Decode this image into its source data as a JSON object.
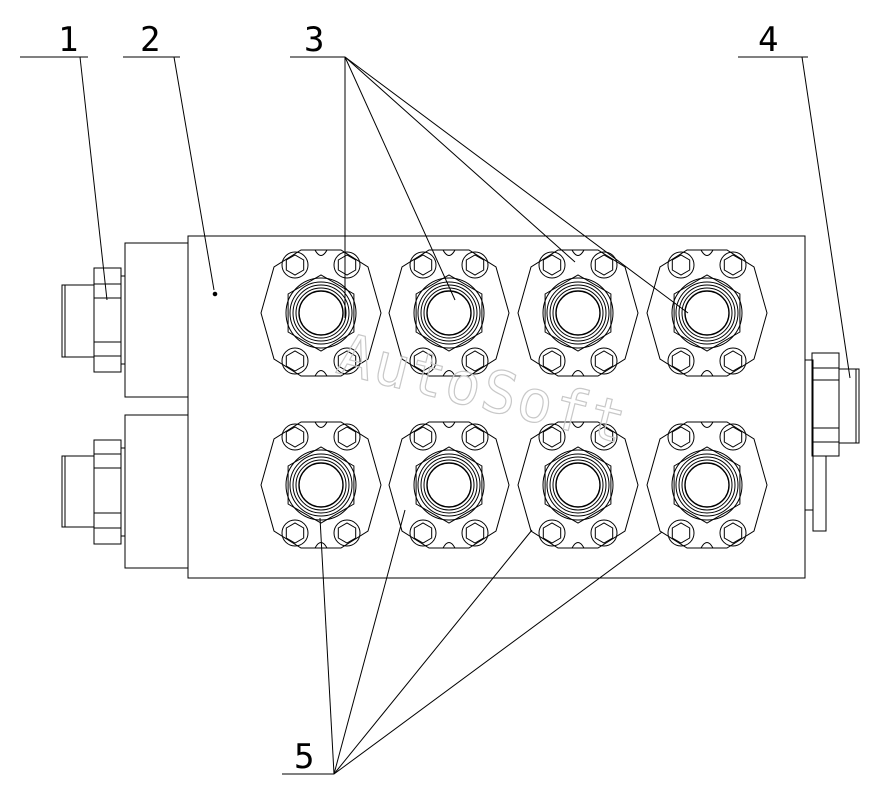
{
  "callouts": {
    "c1": "1",
    "c2": "2",
    "c3": "3",
    "c4": "4",
    "c5": "5"
  },
  "watermark": "AutoSoft",
  "colors": {
    "stroke": "#000000",
    "background": "#ffffff",
    "watermark": "#cfcfcf"
  }
}
